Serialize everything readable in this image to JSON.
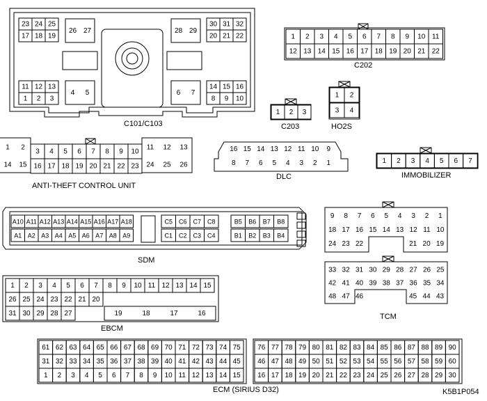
{
  "colors": {
    "line": "#000000",
    "background": "#ffffff"
  },
  "connectors": {
    "c101": {
      "label": "C101/C103",
      "tl_row1": [
        "23",
        "24",
        "25"
      ],
      "tl_row2": [
        "17",
        "18",
        "19"
      ],
      "tm": [
        "26",
        "27"
      ],
      "tr_mid": [
        "28",
        "29"
      ],
      "tr_row1": [
        "30",
        "31",
        "32"
      ],
      "tr_row2": [
        "20",
        "21",
        "22"
      ],
      "bl_row1": [
        "11",
        "12",
        "13"
      ],
      "bl_row2": [
        "1",
        "2",
        "3"
      ],
      "bm": [
        "4",
        "5"
      ],
      "br_mid": [
        "6",
        "7"
      ],
      "br_row1": [
        "14",
        "15",
        "16"
      ],
      "br_row2": [
        "8",
        "9",
        "10"
      ]
    },
    "c202": {
      "label": "C202",
      "row1": [
        "1",
        "2",
        "3",
        "4",
        "5",
        "6",
        "7",
        "8",
        "9",
        "10",
        "11"
      ],
      "row2": [
        "12",
        "13",
        "14",
        "15",
        "16",
        "17",
        "18",
        "19",
        "20",
        "21",
        "22"
      ]
    },
    "c203": {
      "label": "C203",
      "row1": [
        "1",
        "2",
        "3"
      ]
    },
    "ho2s": {
      "label": "HO2S",
      "row1": [
        "1",
        "2"
      ],
      "row2": [
        "3",
        "4"
      ]
    },
    "antitheft": {
      "label": "ANTI-THEFT CONTROL UNIT",
      "left": [
        [
          "1",
          "2"
        ],
        [
          "14",
          "15"
        ]
      ],
      "mid1": [
        "3",
        "4",
        "5",
        "6",
        "7",
        "8",
        "9",
        "10"
      ],
      "mid2": [
        "16",
        "17",
        "18",
        "19",
        "20",
        "21",
        "22",
        "23"
      ],
      "right": [
        [
          "11",
          "12",
          "13"
        ],
        [
          "24",
          "25",
          "26"
        ]
      ]
    },
    "dlc": {
      "label": "DLC",
      "row1": [
        "16",
        "15",
        "14",
        "13",
        "12",
        "11",
        "10",
        "9"
      ],
      "row2": [
        "8",
        "7",
        "6",
        "5",
        "4",
        "3",
        "2",
        "1"
      ]
    },
    "immobilizer": {
      "label": "IMMOBILIZER",
      "row1": [
        "1",
        "2",
        "3",
        "4",
        "5",
        "6",
        "7"
      ]
    },
    "sdm": {
      "label": "SDM",
      "a_row1": [
        "A10",
        "A11",
        "A12",
        "A13",
        "A14",
        "A15",
        "A16",
        "A17",
        "A18"
      ],
      "a_row2": [
        "A1",
        "A2",
        "A3",
        "A4",
        "A5",
        "A6",
        "A7",
        "A8",
        "A9"
      ],
      "c_row1": [
        "C5",
        "C6",
        "C7",
        "C8"
      ],
      "c_row2": [
        "C1",
        "C2",
        "C3",
        "C4"
      ],
      "b_row1": [
        "B5",
        "B6",
        "B7",
        "B8"
      ],
      "b_row2": [
        "B1",
        "B2",
        "B3",
        "B4"
      ]
    },
    "tcm": {
      "label": "TCM",
      "a_row1": [
        "9",
        "8",
        "7",
        "6",
        "5",
        "4",
        "3",
        "2",
        "1"
      ],
      "a_row2": [
        "18",
        "17",
        "16",
        "15",
        "14",
        "13",
        "12",
        "11",
        "10"
      ],
      "a_row3_left": [
        "24",
        "23",
        "22"
      ],
      "a_row3_right": [
        "21",
        "20",
        "19"
      ],
      "b_row1": [
        "33",
        "32",
        "31",
        "30",
        "29",
        "28",
        "27",
        "26",
        "25"
      ],
      "b_row2": [
        "42",
        "41",
        "40",
        "39",
        "38",
        "37",
        "36",
        "35",
        "34"
      ],
      "b_row3_left": [
        "48",
        "47",
        "46"
      ],
      "b_row3_right": [
        "45",
        "44",
        "43"
      ]
    },
    "ebcm": {
      "label": "EBCM",
      "row1": [
        "1",
        "2",
        "3",
        "4",
        "5",
        "6",
        "7",
        "8",
        "9",
        "10",
        "11",
        "12",
        "13",
        "14",
        "15"
      ],
      "row2": [
        "26",
        "25",
        "24",
        "23",
        "22",
        "21",
        "20"
      ],
      "row3": [
        "31",
        "30",
        "29",
        "28",
        "27"
      ],
      "row3_right": [
        "19",
        "18",
        "17",
        "16"
      ]
    },
    "ecm": {
      "label": "ECM (SIRIUS D32)",
      "l_row1": [
        "61",
        "62",
        "63",
        "64",
        "65",
        "66",
        "67",
        "68",
        "69",
        "70",
        "71",
        "72",
        "73",
        "74",
        "75"
      ],
      "l_row2": [
        "31",
        "32",
        "33",
        "34",
        "35",
        "36",
        "37",
        "38",
        "39",
        "40",
        "41",
        "42",
        "43",
        "44",
        "45"
      ],
      "l_row3": [
        "1",
        "2",
        "3",
        "4",
        "5",
        "6",
        "7",
        "8",
        "9",
        "10",
        "11",
        "12",
        "13",
        "14",
        "15"
      ],
      "r_row1": [
        "76",
        "77",
        "78",
        "79",
        "80",
        "81",
        "82",
        "83",
        "84",
        "85",
        "86",
        "87",
        "88",
        "89",
        "90"
      ],
      "r_row2": [
        "46",
        "47",
        "48",
        "49",
        "50",
        "51",
        "52",
        "53",
        "54",
        "55",
        "56",
        "57",
        "58",
        "59",
        "60"
      ],
      "r_row3": [
        "16",
        "17",
        "18",
        "19",
        "20",
        "21",
        "22",
        "23",
        "24",
        "25",
        "26",
        "27",
        "28",
        "29",
        "30"
      ]
    }
  },
  "figure_code": "K5B1P054"
}
